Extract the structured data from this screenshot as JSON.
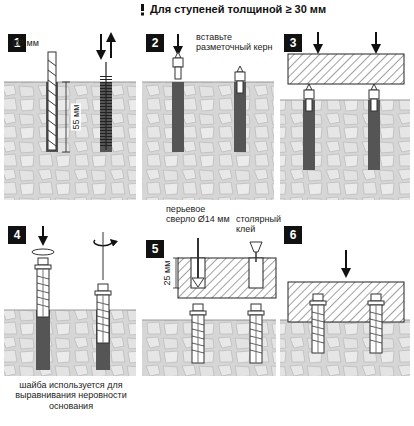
{
  "diagram": {
    "title": "Для ступеней толщиной ≥ 30 мм",
    "labels": [
      "1",
      "Ø8 мм",
      "55 мм",
      "2",
      "вставьте разметочный керн",
      "3",
      "4",
      "шайба используется для выравнивания неровности основания",
      "5",
      "перьевое сверло Ø14 мм",
      "25 мм",
      "столярный клей",
      "6"
    ]
  }
}
